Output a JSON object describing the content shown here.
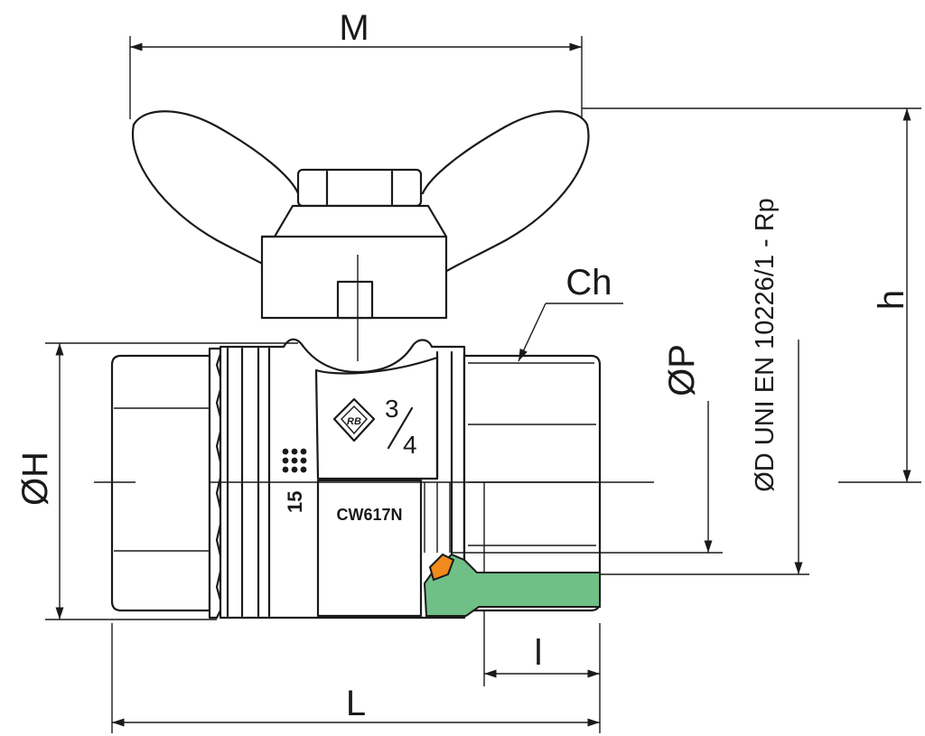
{
  "diagram": {
    "dimensions": {
      "width_label": "M",
      "height_label": "h",
      "outer_diameter_label": "ØH",
      "port_diameter_label": "ØP",
      "thread_label": "ØD UNI EN 10226/1 - Rp",
      "hex_label": "Ch",
      "length_label": "L",
      "thread_length_label": "l"
    },
    "markings": {
      "size_numerator": "3",
      "size_denominator": "4",
      "pressure_rating": "15",
      "material": "CW617N"
    },
    "colors": {
      "seal": "#6fbf86",
      "seat": "#f08a1c",
      "line": "#1a1a1a"
    }
  }
}
